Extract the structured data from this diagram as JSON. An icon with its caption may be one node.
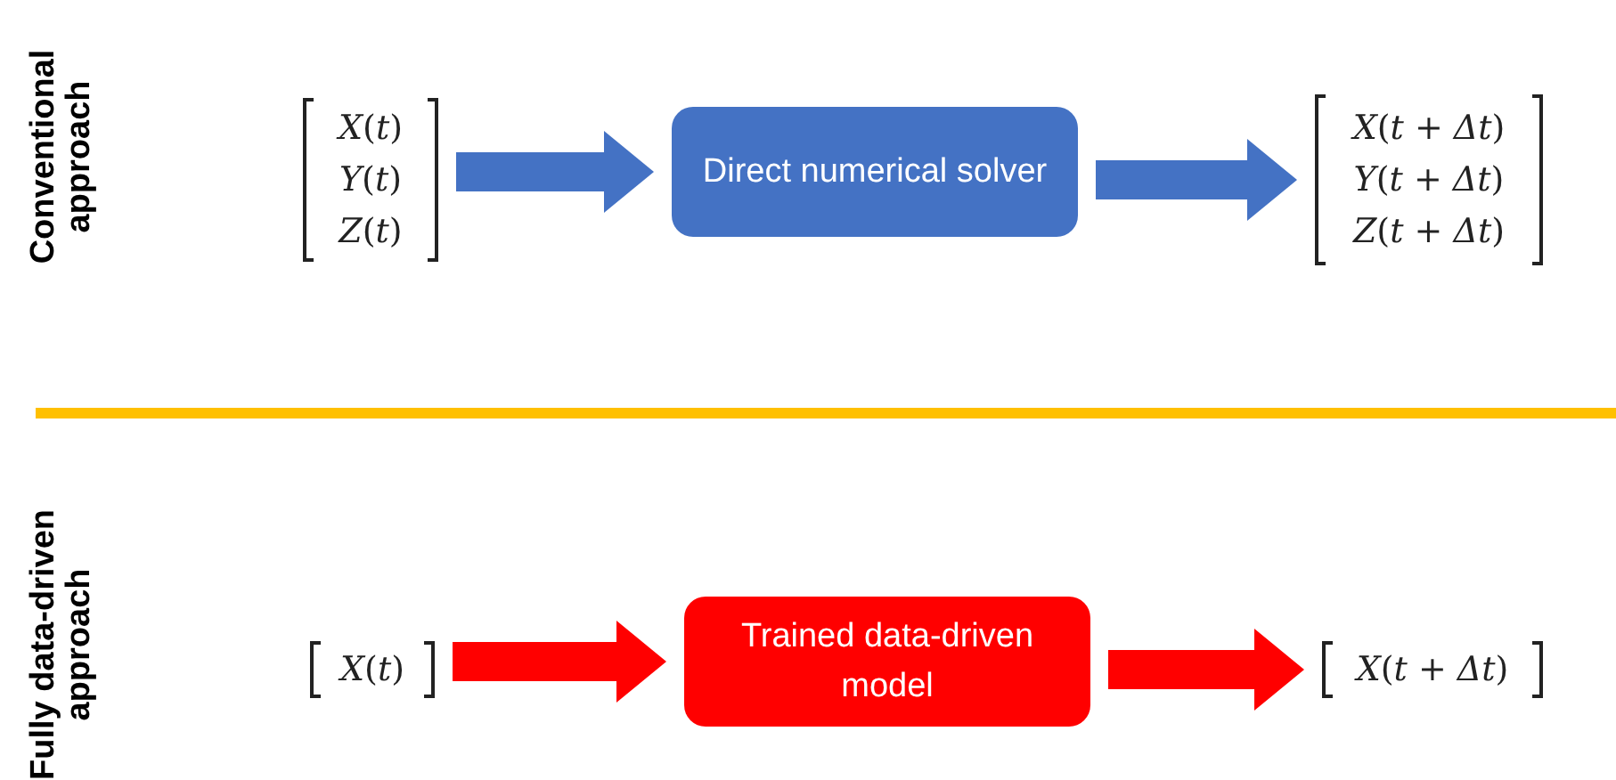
{
  "diagram": {
    "nodes": [
      {
        "text": [
          "*X*(*t*)",
          "*Y*(*t*)",
          "*Z*(*t*)"
        ]
      },
      {
        "text": [
          "Direct numerical solver"
        ]
      },
      {
        "text": [
          "*X*(*t* + *Δt*)",
          "*Y*(*t* + *Δt*)",
          "*Z*(*t* + *Δt*)"
        ]
      },
      {
        "text": [
          "*X*(*t*)"
        ]
      },
      {
        "text": [
          "Trained data-driven model"
        ]
      },
      {
        "text": [
          "*X*(*t* + *Δt*)"
        ]
      }
    ],
    "edges": [
      {
        "from": 0,
        "to": 1,
        "arrow": "to",
        "color": "#4472c4"
      },
      {
        "from": 1,
        "to": 2,
        "arrow": "to",
        "color": "#4472c4"
      },
      {
        "from": 3,
        "to": 4,
        "arrow": "to",
        "color": "#ff0000"
      },
      {
        "from": 4,
        "to": 5,
        "arrow": "to",
        "color": "#ff0000"
      }
    ],
    "labels": [
      "Conventional approach",
      "Fully data-driven approach"
    ]
  }
}
